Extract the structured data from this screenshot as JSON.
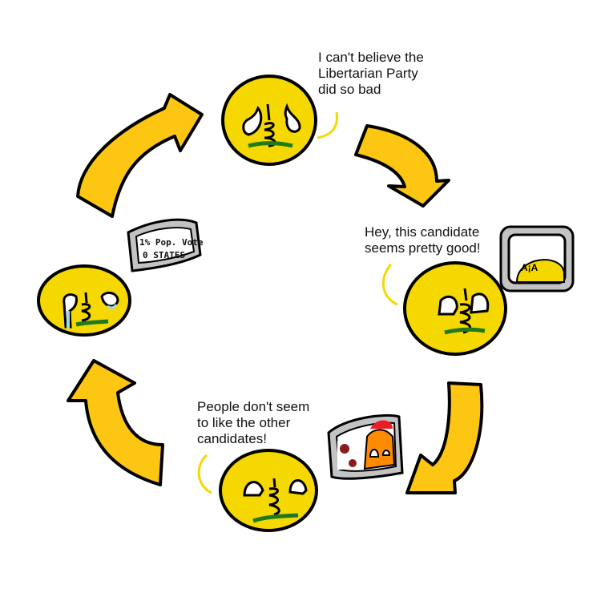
{
  "comic": {
    "captions": [
      {
        "id": "top",
        "text": "I can't believe the\nLibertarian Party\ndid so bad"
      },
      {
        "id": "right",
        "text": "Hey, this candidate\nseems pretty good!"
      },
      {
        "id": "bottom",
        "text": "People don't seem\nto like the other\ncandidates!"
      }
    ],
    "tv_left": {
      "line1": "1% Pop. Vote",
      "line2": "0 STATES"
    },
    "colors": {
      "ball": "#f5d800",
      "arrow": "#fcc612",
      "outline": "#000000",
      "grass": "#1e7a1a",
      "tv_frame": "#c3c3c3",
      "speech_line": "#f5d800",
      "tear": "#99d9ea",
      "red_ball": "#ed1c24",
      "orange_ball": "#ff8c00",
      "maroon": "#8b1a1a"
    }
  }
}
